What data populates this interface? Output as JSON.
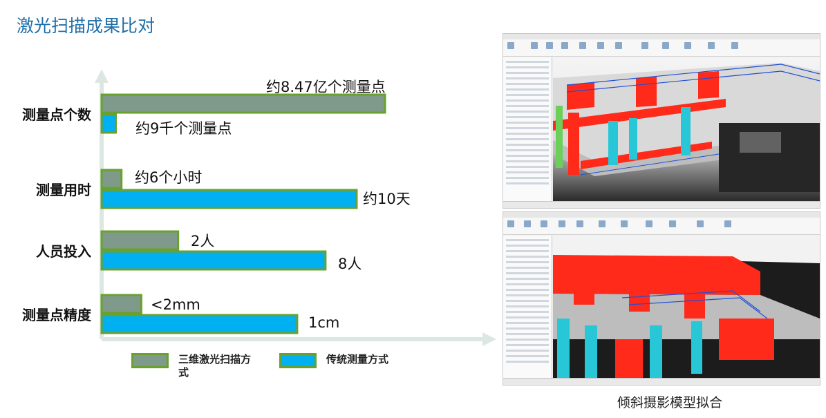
{
  "title": "激光扫描成果比对",
  "chart_data": {
    "type": "bar",
    "orientation": "horizontal",
    "categories": [
      "测量点个数",
      "测量用时",
      "人员投入",
      "测量点精度"
    ],
    "series": [
      {
        "name": "三维激光扫描方式",
        "color": "#7f9a8a",
        "border": "#6aa12e",
        "values": [
          1.0,
          0.07,
          0.27,
          0.14
        ],
        "labels": [
          "约8.47亿个测量点",
          "约6个小时",
          "2人",
          "<2mm"
        ]
      },
      {
        "name": "传统测量方式",
        "color": "#00b0f0",
        "border": "#6aa12e",
        "values": [
          0.05,
          0.9,
          0.79,
          0.69
        ],
        "labels": [
          "约9千个测量点",
          "约10天",
          "8人",
          "1cm"
        ]
      }
    ],
    "legend_position": "bottom",
    "xlim": [
      0,
      1
    ],
    "grid": false
  },
  "legend": [
    {
      "label": "三维激光扫描方式",
      "color": "#7f9a8a",
      "border": "#6aa12e"
    },
    {
      "label": "传统测量方式",
      "color": "#00b0f0",
      "border": "#6aa12e"
    }
  ],
  "caption": "倾斜摄影模型拟合",
  "colors": {
    "axis": "#dde7e2",
    "title": "#1f6ea8",
    "concrete": "#d9d9d9",
    "beam": "#ff2a1a",
    "column": "#27c7d8",
    "wire": "#1f4fd6"
  }
}
